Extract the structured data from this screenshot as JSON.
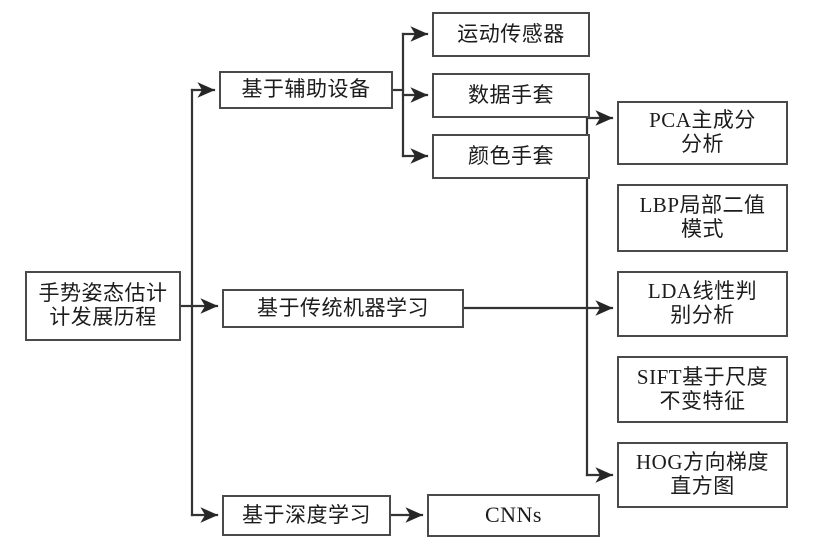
{
  "diagram": {
    "type": "tree-flowchart",
    "title": "手势姿态估计发展历程",
    "colors": {
      "box_border": "#4a4a4a",
      "edge": "#333333",
      "background": "#ffffff",
      "text": "#1c1c1c"
    },
    "nodes": {
      "root": "手势姿态估计\n计发展历程",
      "root_text": "手势姿态估计计发展历程",
      "aux_device": "基于辅助设备",
      "traditional_ml": "基于传统机器学习",
      "deep_learning": "基于深度学习",
      "motion_sensor": "运动传感器",
      "data_glove": "数据手套",
      "color_glove": "颜色手套",
      "cnns": "CNNs",
      "pca": "PCA主成分\n分析",
      "lbp": "LBP局部二值\n模式",
      "lda": "LDA线性判\n别分析",
      "sift": "SIFT基于尺度\n不变特征",
      "hog": "HOG方向梯度\n直方图"
    },
    "edges": [
      {
        "from": "root",
        "to": "aux_device"
      },
      {
        "from": "root",
        "to": "traditional_ml"
      },
      {
        "from": "root",
        "to": "deep_learning"
      },
      {
        "from": "aux_device",
        "to": "motion_sensor"
      },
      {
        "from": "aux_device",
        "to": "data_glove"
      },
      {
        "from": "aux_device",
        "to": "color_glove"
      },
      {
        "from": "traditional_ml",
        "to": "pca"
      },
      {
        "from": "traditional_ml",
        "to": "lda"
      },
      {
        "from": "traditional_ml",
        "to": "hog"
      },
      {
        "from": "deep_learning",
        "to": "cnns"
      }
    ]
  }
}
